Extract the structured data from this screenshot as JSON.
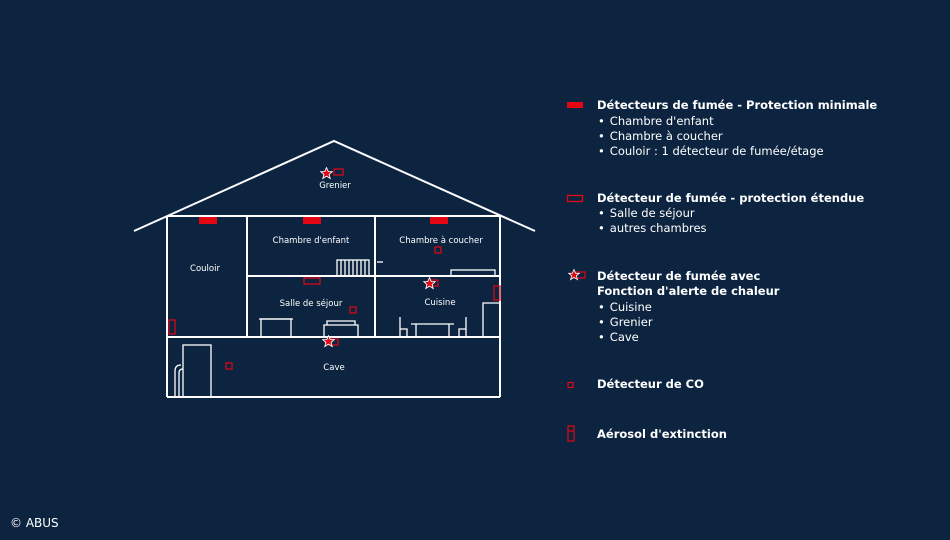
{
  "rooms": {
    "grenier": "Grenier",
    "chambre_enfant": "Chambre d'enfant",
    "chambre_coucher": "Chambre à coucher",
    "couloir": "Couloir",
    "salle_sejour": "Salle de séjour",
    "cuisine": "Cuisine",
    "cave": "Cave"
  },
  "legend": {
    "minimal": {
      "title": "Détecteurs de fumée - Protection minimale",
      "items": [
        "Chambre d'enfant",
        "Chambre à coucher",
        "Couloir : 1 détecteur de fumée/étage"
      ]
    },
    "extended": {
      "title": "Détecteur de fumée - protection étendue",
      "items": [
        "Salle de séjour",
        "autres chambres"
      ]
    },
    "heat": {
      "title_line1": "Détecteur de fumée avec",
      "title_line2": "Fonction d'alerte de chaleur",
      "items": [
        "Cuisine",
        "Grenier",
        "Cave"
      ]
    },
    "co": {
      "title": "Détecteur de CO"
    },
    "aerosol": {
      "title": "Aérosol d'extinction"
    }
  },
  "colors": {
    "background": "#0d2440",
    "accent": "#e30613",
    "line": "#ffffff"
  },
  "icons": {
    "minimal": "filled-red-rect-icon",
    "extended": "outline-red-rect-icon",
    "heat": "star-detector-icon",
    "co": "small-square-icon",
    "aerosol": "aerosol-can-icon"
  },
  "copyright": "© ABUS"
}
